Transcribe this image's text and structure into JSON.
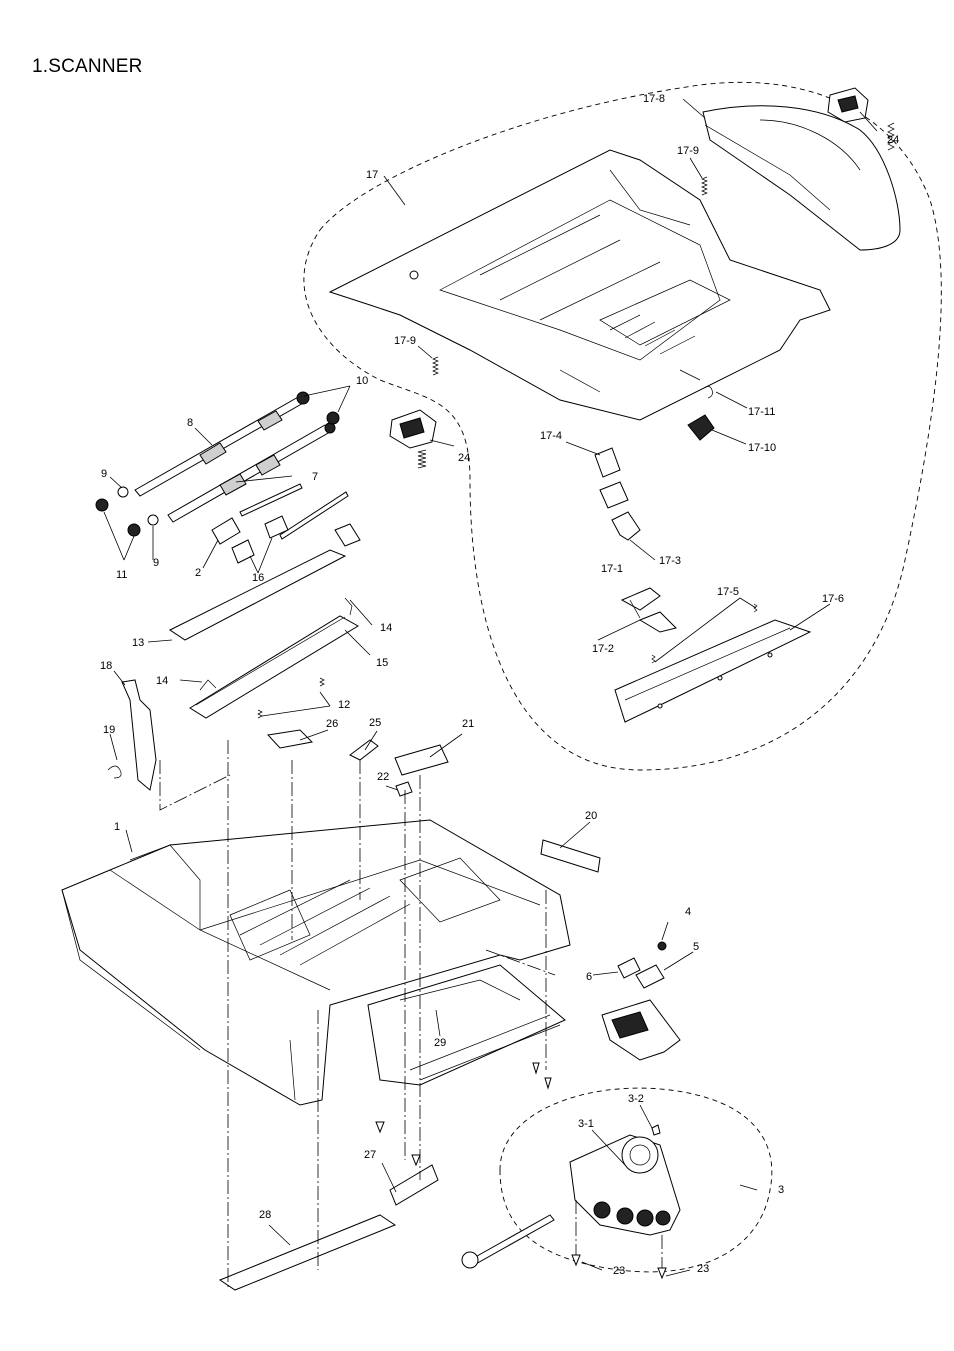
{
  "title": "1.SCANNER",
  "labels": {
    "l1": "1",
    "l2": "2",
    "l3": "3",
    "l3_1": "3-1",
    "l3_2": "3-2",
    "l4": "4",
    "l5": "5",
    "l6": "6",
    "l7": "7",
    "l8": "8",
    "l9a": "9",
    "l9b": "9",
    "l10": "10",
    "l11": "11",
    "l12": "12",
    "l13": "13",
    "l14a": "14",
    "l14b": "14",
    "l15": "15",
    "l16": "16",
    "l17": "17",
    "l17_1": "17-1",
    "l17_2": "17-2",
    "l17_3": "17-3",
    "l17_4": "17-4",
    "l17_5": "17-5",
    "l17_6": "17-6",
    "l17_8": "17-8",
    "l17_9a": "17-9",
    "l17_9b": "17-9",
    "l17_10": "17-10",
    "l17_11": "17-11",
    "l18": "18",
    "l19": "19",
    "l20": "20",
    "l21": "21",
    "l22": "22",
    "l23a": "23",
    "l23b": "23",
    "l24a": "24",
    "l24b": "24",
    "l25": "25",
    "l26": "26",
    "l27": "27",
    "l28": "28",
    "l29": "29"
  }
}
